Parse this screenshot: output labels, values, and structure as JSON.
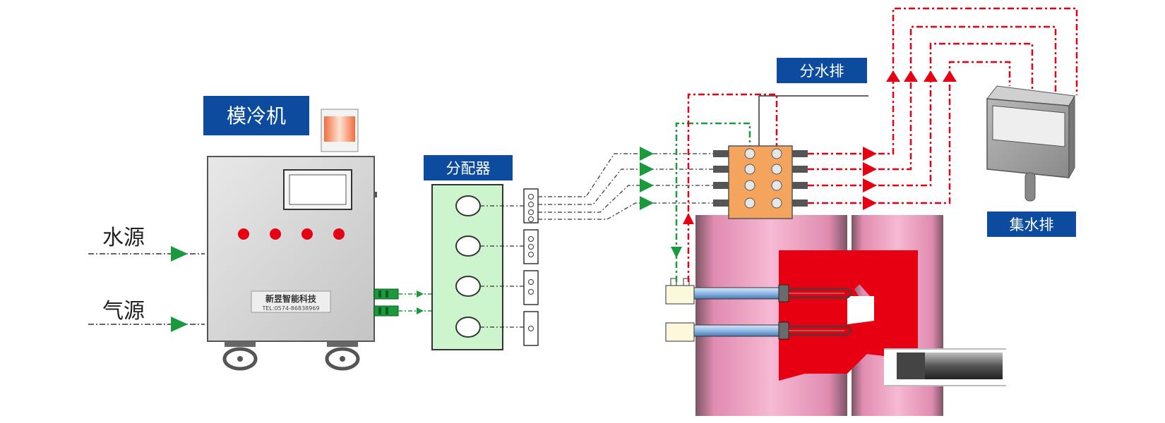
{
  "labels": {
    "chiller": "模冷机",
    "distributor": "分配器",
    "water_manifold": "分水排",
    "collector": "集水排",
    "water_source": "水源",
    "air_source": "气源",
    "brand_name": "新昱智能科技",
    "brand_tel": "TEL:0574-86838969"
  },
  "colors": {
    "label_bg": "#0d4b9e",
    "supply_line": "#1a9a3c",
    "return_line": "#e60012",
    "mold_pink": "#f2a3c4",
    "mold_core": "#e60012",
    "manifold_orange": "#f5a45d",
    "distributor_green": "#cdf5cd",
    "cabinet_gray": "#d9d9d9"
  },
  "icons": {
    "flow_arrow_in": "triangle-arrow-icon",
    "warning_light": "tower-light-icon",
    "caster": "wheel-icon"
  }
}
